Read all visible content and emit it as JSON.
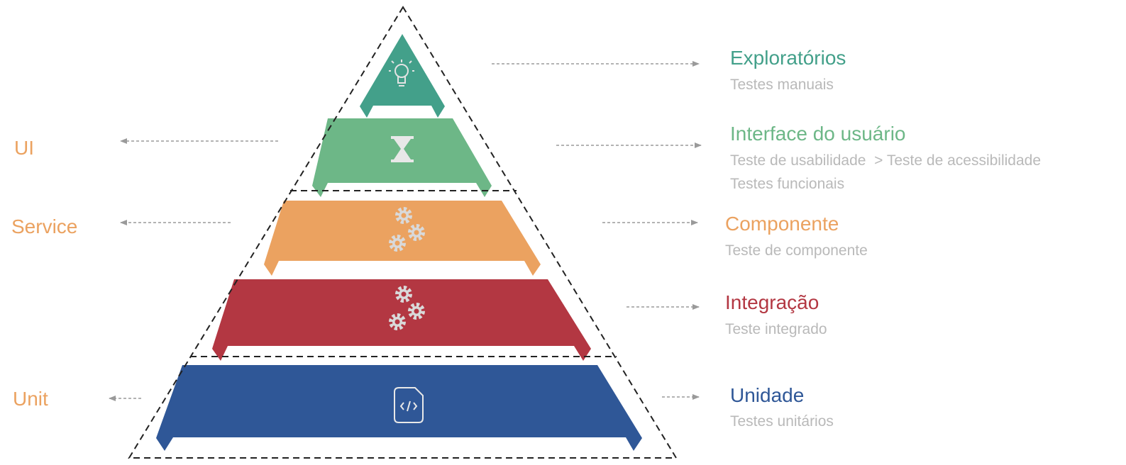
{
  "colors": {
    "exploratory": "#43a08a",
    "ui_level": "#6db787",
    "component": "#eba260",
    "integration": "#b33742",
    "unit": "#2f5797",
    "left_labels": "#eba260",
    "subtext": "#b9b9b9",
    "arrow": "#9a9a9a",
    "outline": "#222222"
  },
  "left_labels": {
    "ui": "UI",
    "service": "Service",
    "unit": "Unit"
  },
  "levels": {
    "exploratory": {
      "title": "Exploratórios",
      "lines": [
        "Testes manuais"
      ],
      "icon": "lightbulb-icon"
    },
    "ui": {
      "title": "Interface do usuário",
      "lines": [
        "Teste de usabilidade  > Teste de acessibilidade",
        "Testes funcionais"
      ],
      "icon": "hourglass-icon"
    },
    "component": {
      "title": "Componente",
      "lines": [
        "Teste de componente"
      ],
      "icon": "gears-icon"
    },
    "integration": {
      "title": "Integração",
      "lines": [
        "Teste integrado"
      ],
      "icon": "gears-icon"
    },
    "unit": {
      "title": "Unidade",
      "lines": [
        "Testes unitários"
      ],
      "icon": "code-file-icon"
    }
  }
}
